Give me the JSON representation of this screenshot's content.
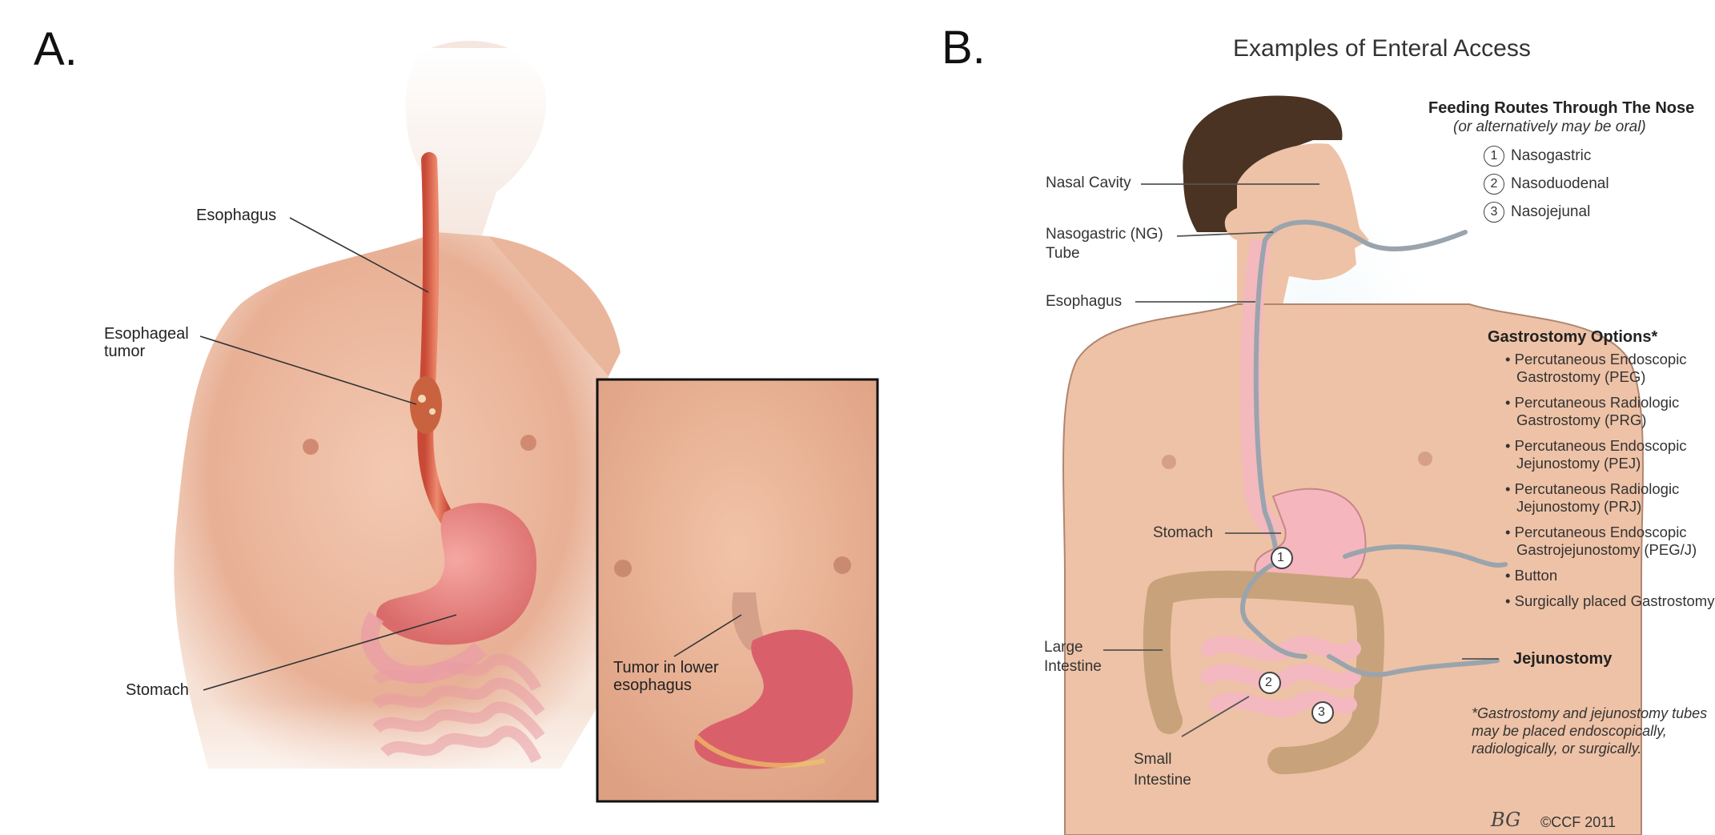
{
  "panel_a": {
    "letter": "A.",
    "labels": {
      "esophagus": "Esophagus",
      "esophageal_tumor_1": "Esophageal",
      "esophageal_tumor_2": "tumor",
      "stomach": "Stomach",
      "inset_tumor_1": "Tumor in lower",
      "inset_tumor_2": "esophagus"
    }
  },
  "panel_b": {
    "letter": "B.",
    "title": "Examples of Enteral Access",
    "labels": {
      "nasal_cavity": "Nasal Cavity",
      "ng_tube_1": "Nasogastric (NG)",
      "ng_tube_2": "Tube",
      "esophagus": "Esophagus",
      "stomach": "Stomach",
      "large_intestine_1": "Large",
      "large_intestine_2": "Intestine",
      "small_intestine_1": "Small",
      "small_intestine_2": "Intestine"
    },
    "markers": [
      "1",
      "2",
      "3"
    ],
    "feeding_routes": {
      "heading": "Feeding Routes Through The Nose",
      "subheading": "(or alternatively may be oral)",
      "items": [
        {
          "num": "1",
          "label": "Nasogastric"
        },
        {
          "num": "2",
          "label": "Nasoduodenal"
        },
        {
          "num": "3",
          "label": "Nasojejunal"
        }
      ]
    },
    "gastrostomy": {
      "heading": "Gastrostomy Options*",
      "items": [
        "• Percutaneous Endoscopic Gastrostomy (PEG)",
        "• Percutaneous Radiologic Gastrostomy (PRG)",
        "• Percutaneous Endoscopic Jejunostomy (PEJ)",
        "• Percutaneous Radiologic Jejunostomy (PRJ)",
        "• Percutaneous Endoscopic Gastrojejunostomy (PEG/J)",
        "• Button",
        "• Surgically placed Gastrostomy"
      ]
    },
    "jejunostomy": "Jejunostomy",
    "footnote": "*Gastrostomy and jejunostomy tubes may be placed endoscopically, radiologically, or surgically.",
    "signature": "BG",
    "copyright": "©CCF 2011"
  },
  "colors": {
    "skin_a": "#f0c2aa",
    "skin_b": "#eec2a6",
    "esophagus": "#d9604a",
    "stomach": "#ef8f8c",
    "intestine_large": "#c8a27a",
    "intestine_small": "#f3b8c0",
    "hair": "#4a3322",
    "tube": "#9aa4ad"
  }
}
